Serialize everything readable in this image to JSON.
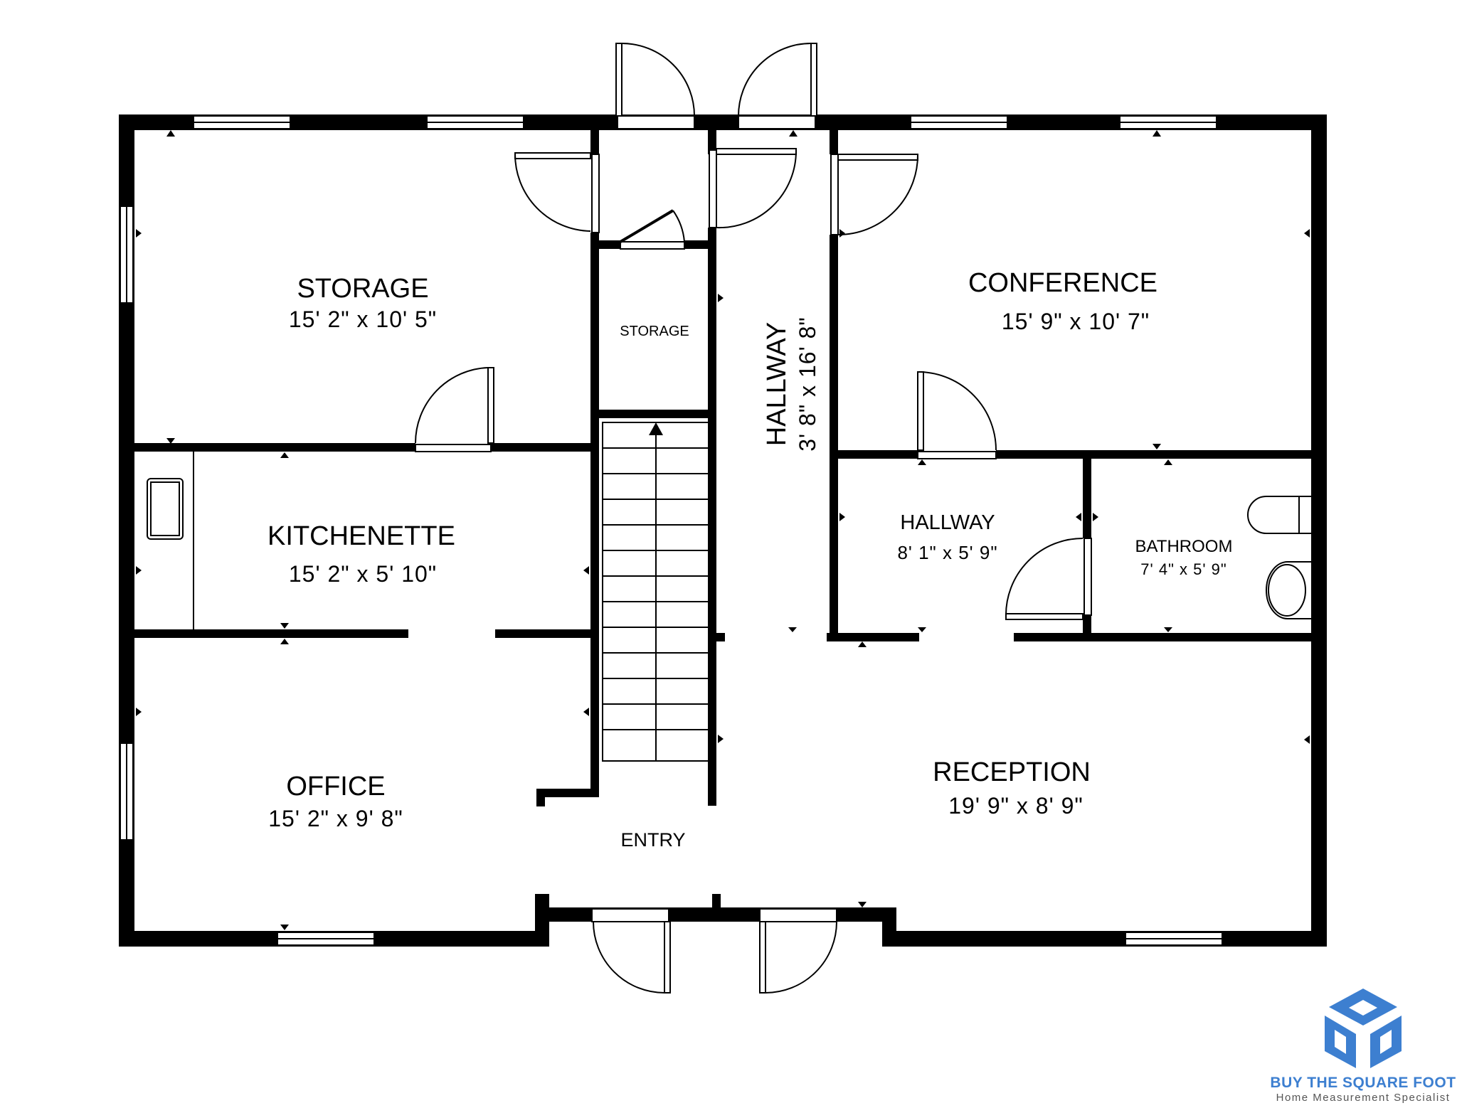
{
  "rooms": {
    "storage": {
      "name": "STORAGE",
      "dims": "15' 2\" x 10' 5\""
    },
    "storage_small": {
      "name": "STORAGE"
    },
    "hallway_main": {
      "name": "HALLWAY",
      "dims": "3' 8\" x 16' 8\""
    },
    "conference": {
      "name": "CONFERENCE",
      "dims": "15' 9\" x 10' 7\""
    },
    "kitchenette": {
      "name": "KITCHENETTE",
      "dims": "15' 2\" x 5' 10\""
    },
    "hallway_small": {
      "name": "HALLWAY",
      "dims": "8' 1\" x 5' 9\""
    },
    "bathroom": {
      "name": "BATHROOM",
      "dims": "7' 4\" x 5' 9\""
    },
    "office": {
      "name": "OFFICE",
      "dims": "15' 2\" x 9' 8\""
    },
    "reception": {
      "name": "RECEPTION",
      "dims": "19' 9\" x 8' 9\""
    },
    "entry": {
      "name": "ENTRY"
    }
  },
  "logo": {
    "name": "BUY THE SQUARE FOOT",
    "tagline": "Home Measurement Specialist",
    "icon": "cube-logo-icon",
    "color": "#3d7fd0"
  },
  "colors": {
    "walls": "#000000",
    "background": "#ffffff"
  }
}
